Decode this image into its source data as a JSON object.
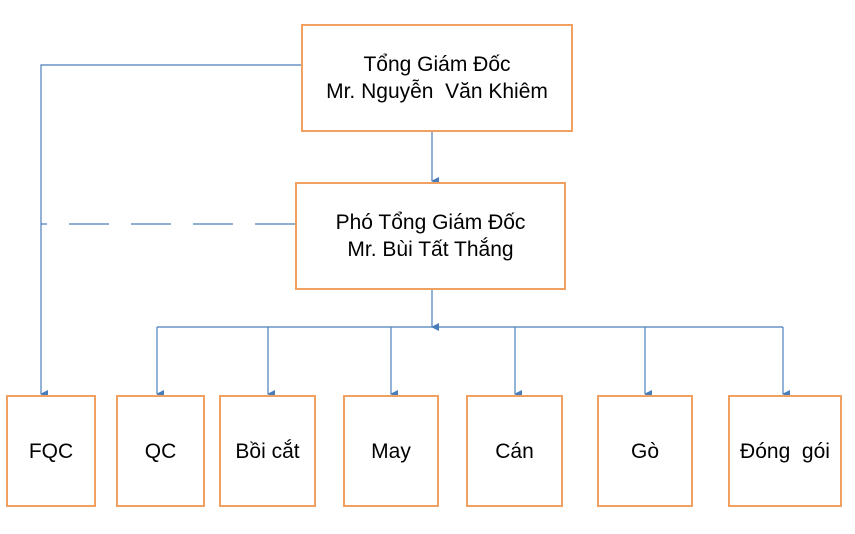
{
  "ceo": {
    "title": "Tổng Giám Đốc",
    "name": "Mr. Nguyễn  Văn Khiêm"
  },
  "vice_ceo": {
    "title": "Phó Tổng Giám Đốc",
    "name": "Mr. Bùi Tất Thắng"
  },
  "departments": [
    "FQC",
    "QC",
    "Bồi cắt",
    "May",
    "Cán",
    "Gò",
    "Đóng  gói"
  ],
  "colors": {
    "box_border": "#f0a060",
    "connector": "#4a7ebb"
  }
}
